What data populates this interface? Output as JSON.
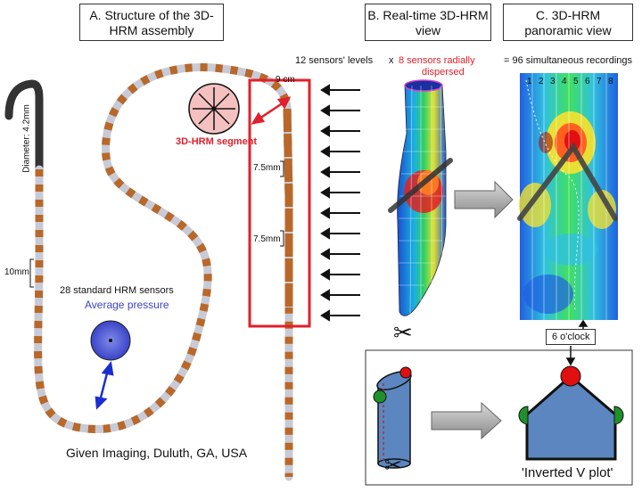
{
  "headers": {
    "a": "A. Structure of the 3D-HRM assembly",
    "b": "B. Real-time 3D-HRM view",
    "c": "C. 3D-HRM panoramic view"
  },
  "labels": {
    "diameter": "Diameter: 4.2mm",
    "ten_mm": "10mm",
    "standard_sensors": "28 standard HRM sensors",
    "average_pressure": "Average pressure",
    "segment": "3D-HRM segment",
    "nine_cm": "9 cm",
    "seven_five_a": "7.5mm",
    "seven_five_b": "7.5mm",
    "sensor_levels": "12 sensors' levels",
    "times": "x",
    "radial_line1": "8 sensors radially",
    "radial_line2": "dispersed",
    "equals_recordings": "= 96 simultaneous recordings",
    "six_oclock": "6 o'clock",
    "inverted_v": "'Inverted V plot'",
    "credit": "Given Imaging, Duluth, GA, USA"
  },
  "sector_numbers": [
    "1",
    "2",
    "3",
    "4",
    "5",
    "6",
    "7",
    "8"
  ],
  "colors": {
    "catheter_grey": "#c8cbd6",
    "sensor_copper": "#b8682a",
    "highlight_red": "#e0202a",
    "pressure_blue": "#3a44c8",
    "tube_blue": "#5b86c0"
  }
}
